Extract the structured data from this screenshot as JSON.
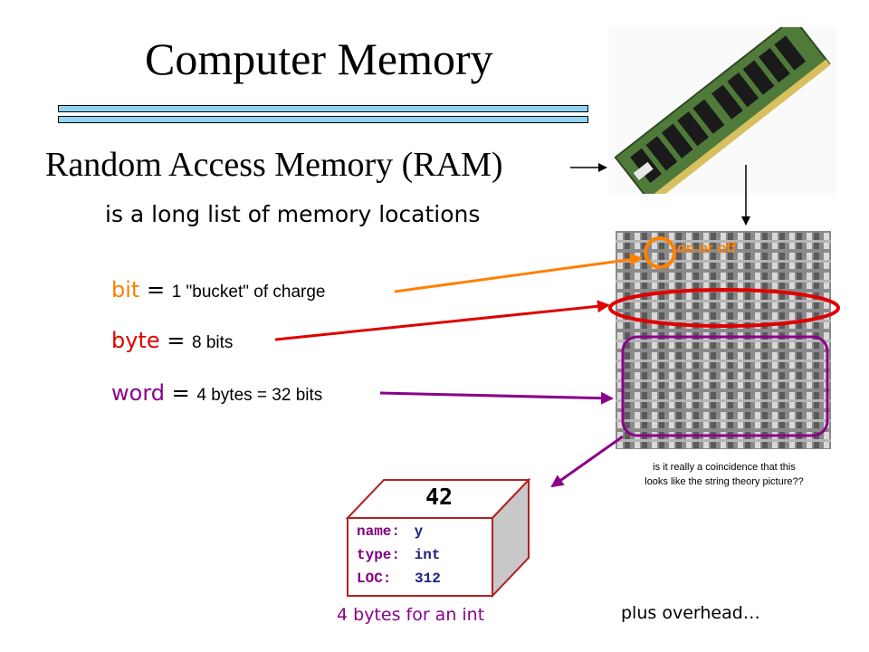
{
  "slide": {
    "title": "Computer Memory",
    "heading": "Random Access Memory (RAM)",
    "subtitle": "is a long list of memory locations"
  },
  "definitions": [
    {
      "term": "bit",
      "eq": " = ",
      "desc": "1 \"bucket\" of charge",
      "color": "#ff8000"
    },
    {
      "term": "byte",
      "eq": " = ",
      "desc": "8 bits",
      "color": "#e00000"
    },
    {
      "term": "word",
      "eq": " = ",
      "desc": "4 bytes = 32 bits",
      "color": "#8b008b"
    }
  ],
  "micrograph": {
    "on_off_label": "on or off",
    "caption_line1": "is it really a coincidence that this",
    "caption_line2": "looks like the string theory picture??"
  },
  "memory_box": {
    "value": "42",
    "rows": [
      {
        "key": "name:",
        "val": "y"
      },
      {
        "key": "type:",
        "val": "int"
      },
      {
        "key": "LOC:",
        "val": "312"
      }
    ]
  },
  "notes": {
    "bytes_for_int": "4 bytes for an int",
    "overhead": "plus overhead…"
  },
  "colors": {
    "bit": "#ff8000",
    "byte": "#e00000",
    "word": "#8b008b",
    "title_bar": "#8fd3f4",
    "box_side": "#c8c8c8"
  }
}
